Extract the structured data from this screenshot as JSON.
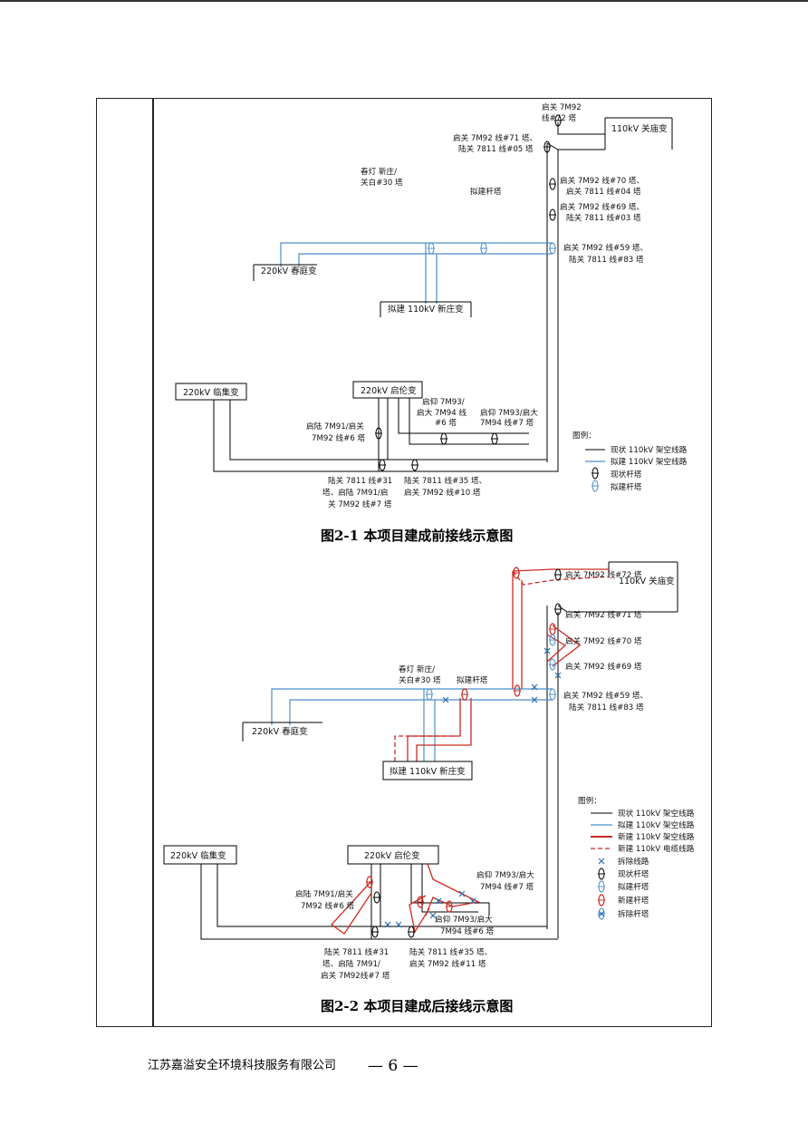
{
  "figure1": {
    "caption": "图2-1  本项目建成前接线示意图",
    "substations": {
      "guanmiao": "110kV 关庙变",
      "chunting": "220kV 春庭变",
      "linji": "220kV 临集变",
      "qilun": "220kV 启伦变",
      "xinzhuang": "拟建 110kV 新庄变"
    },
    "labels": {
      "t72": [
        "启关 7M92",
        "线#72 塔"
      ],
      "t71": [
        "启关 7M92 线#71 塔、",
        "陆关 7811 线#05 塔"
      ],
      "t70": [
        "启关 7M92 线#70 塔、",
        "启关 7811 线#04 塔"
      ],
      "t69": [
        "启关 7M92 线#69 塔、",
        "陆关 7811 线#03 塔"
      ],
      "t59": [
        "启关 7M92 线#59 塔、",
        "陆关 7811 线#83 塔"
      ],
      "chunting_line": [
        "春灯 新庄/",
        "关白#30 塔"
      ],
      "new_tower": "拟建杆塔",
      "qiyang": [
        "启仰 7M93/",
        "启大 7M94 线",
        "#6 塔"
      ],
      "qiyang2": [
        "启仰 7M93/启大",
        "7M94 线#7 塔"
      ],
      "qilu": [
        "启陆 7M91/启关",
        "7M92 线#6 塔"
      ],
      "lugu31": [
        "陆关 7811 线#31",
        "塔、启陆 7M91/启",
        "关 7M92 线#7 塔"
      ],
      "lugu35": [
        "陆关 7811 线#35 塔、",
        "启关 7M92 线#10 塔"
      ]
    },
    "legend": {
      "title": "图例：",
      "items": [
        "现状 110kV 架空线路",
        "拟建 110kV 架空线路",
        "现状杆塔",
        "拟建杆塔"
      ]
    }
  },
  "figure2": {
    "caption": "图2-2  本项目建成后接线示意图",
    "substations": {
      "guanmiao": "110kV 关庙变",
      "chunting": "220kV 春庭变",
      "linji": "220kV 临集变",
      "qilun": "220kV 启伦变",
      "xinzhuang": "拟建 110kV 新庄变"
    },
    "labels": {
      "t72": "启关 7M92 线#72 塔",
      "t71": "启关 7M92 线#71 塔",
      "t70": "启关 7M92 线#70 塔",
      "t69": "启关 7M92 线#69 塔",
      "t59": [
        "启关 7M92 线#59 塔、",
        "陆关 7811 线#83 塔"
      ],
      "chunting_line": [
        "春灯 新庄/",
        "关白#30 塔"
      ],
      "new_tower": "拟建杆塔",
      "qiyang": [
        "启仰 7M93/启大",
        "7M94 线#7 塔"
      ],
      "qiyang2": [
        "启仰 7M93/启大",
        "7M94 线#6 塔"
      ],
      "qilu": [
        "启陆 7M91/启关",
        "7M92 线#6 塔"
      ],
      "lugu31": [
        "陆关 7811 线#31",
        "塔、启陆 7M91/",
        "启关 7M92线#7 塔"
      ],
      "lugu35": [
        "陆关 7811 线#35 塔、",
        "启关 7M92 线#11 塔"
      ]
    },
    "legend": {
      "title": "图例：",
      "items": [
        "现状 110kV 架空线路",
        "拟建 110kV 架空线路",
        "新建 110kV 架空线路",
        "新建 110kV 电缆线路",
        "拆除线路",
        "现状杆塔",
        "拟建杆塔",
        "新建杆塔",
        "拆除杆塔"
      ]
    }
  },
  "footer": {
    "company": "江苏嘉溢安全环境科技服务有限公司",
    "page": "— 6 —"
  },
  "colors": {
    "existing_line": "#000000",
    "planned_line": "#4a8fc9",
    "new_line": "#cc2a22",
    "removed": "#2a6fb0"
  }
}
